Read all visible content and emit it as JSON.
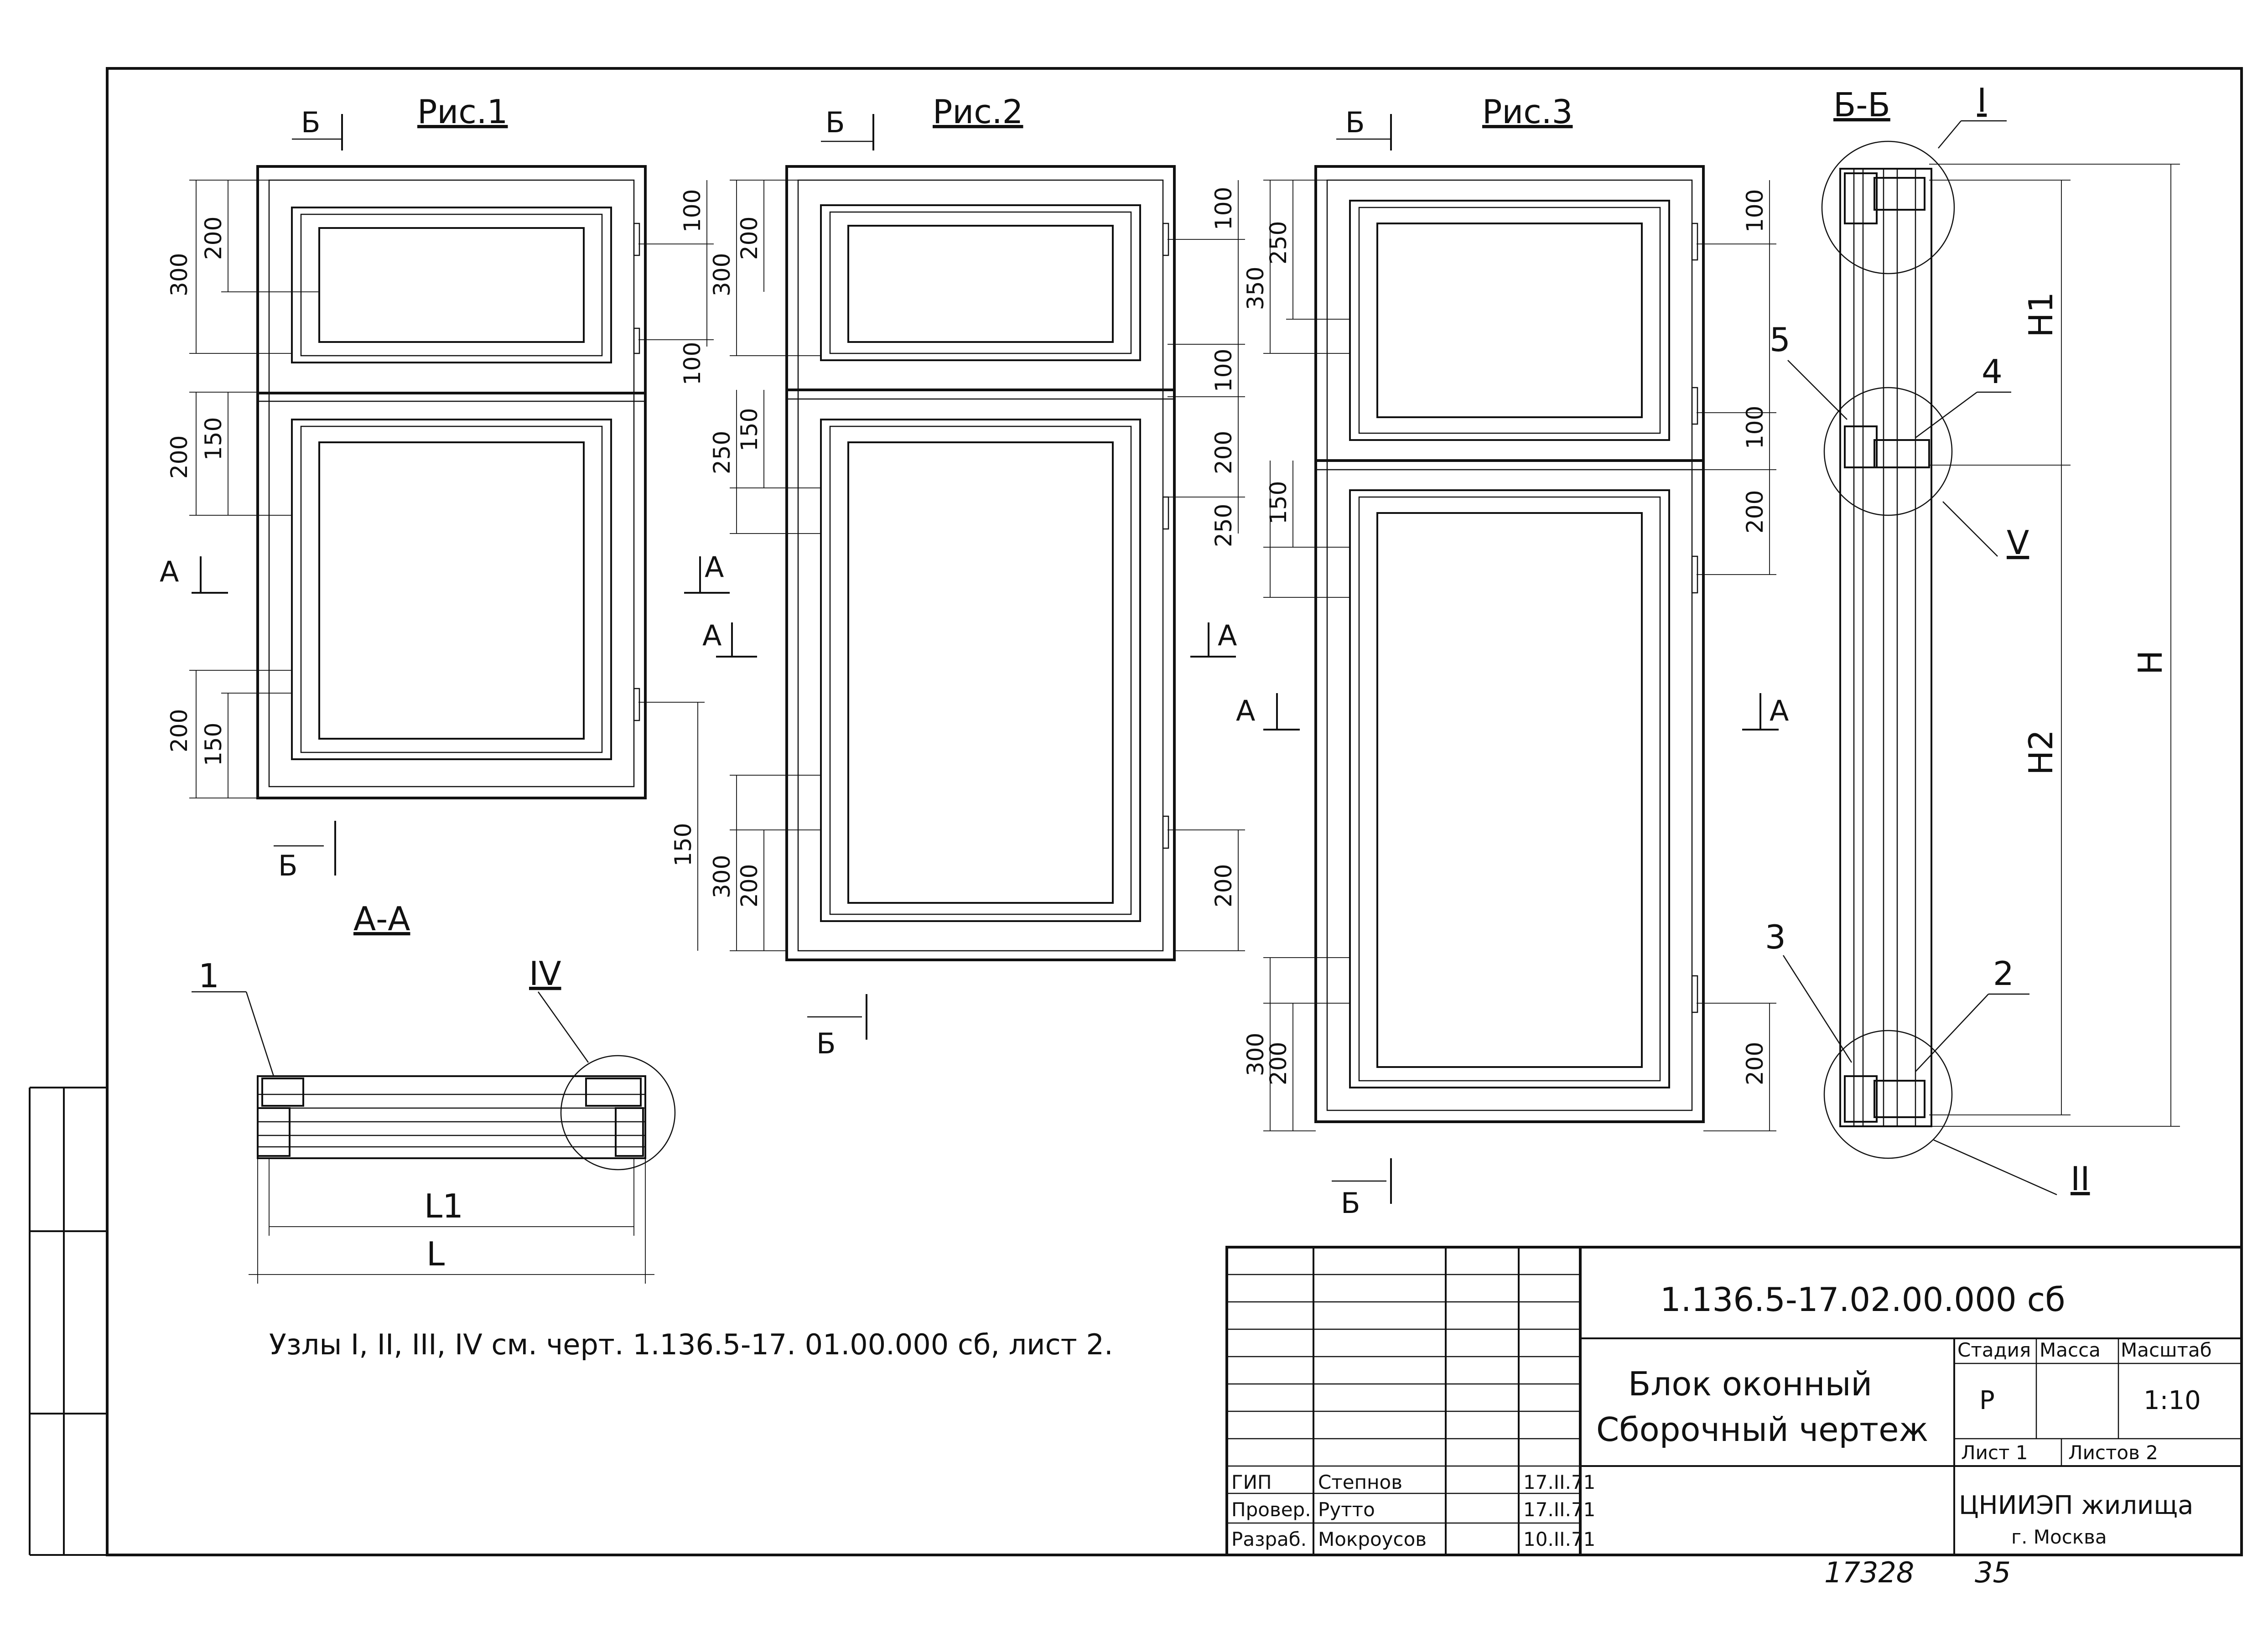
{
  "figures": {
    "fig1": "Рис.1",
    "fig2": "Рис.2",
    "fig3": "Рис.3"
  },
  "sections": {
    "bb": "Б-Б",
    "aa": "А-А",
    "b": "Б",
    "a": "А"
  },
  "dimensions": {
    "fig1": {
      "d300": "300",
      "d200a": "200",
      "d100a": "100",
      "d100b": "100",
      "d200b": "200",
      "d150a": "150",
      "d200c": "200",
      "d150b": "150"
    },
    "fig2": {
      "d300": "300",
      "d200a": "200",
      "d100a": "100",
      "d100b": "100",
      "d250": "250",
      "d150a": "150",
      "d200b": "200",
      "d250b": "250",
      "d150b": "150",
      "d300b": "300",
      "d200c": "200",
      "d200d": "200"
    },
    "fig3": {
      "d350": "350",
      "d250": "250",
      "d100a": "100",
      "d100b": "100",
      "d150": "150",
      "d200a": "200",
      "d300": "300",
      "d200b": "200",
      "d200c": "200"
    },
    "bb": {
      "H1": "H1",
      "H2": "H2",
      "H": "H"
    },
    "aa": {
      "L1": "L1",
      "L": "L"
    }
  },
  "nodes": {
    "n1": "1",
    "n2": "2",
    "n3": "3",
    "n4": "4",
    "n5": "5",
    "rI": "I",
    "rII": "II",
    "rIV": "IV",
    "rV": "V"
  },
  "note": "Узлы I, II, III, IV см. черт. 1.136.5-17. 01.00.000 сб, лист 2.",
  "title_block": {
    "doc_code": "1.136.5-17.02.00.000 сб",
    "title_line1": "Блок оконный",
    "title_line2": "Сборочный чертеж",
    "stage_header": "Стадия",
    "mass_header": "Масса",
    "scale_header": "Масштаб",
    "stage": "Р",
    "mass": "",
    "scale": "1:10",
    "sheet": "Лист 1",
    "sheets": "Листов 2",
    "org_line1": "ЦНИИЭП жилища",
    "org_line2": "г. Москва",
    "roles": [
      {
        "role": "ГИП",
        "name": "Степнов",
        "date": "17.II.71"
      },
      {
        "role": "Провер.",
        "name": "Рутто",
        "date": "17.II.71"
      },
      {
        "role": "Разраб.",
        "name": "Мокроусов",
        "date": "10.II.71"
      }
    ]
  },
  "footer": {
    "inventory": "17328",
    "page": "35"
  }
}
